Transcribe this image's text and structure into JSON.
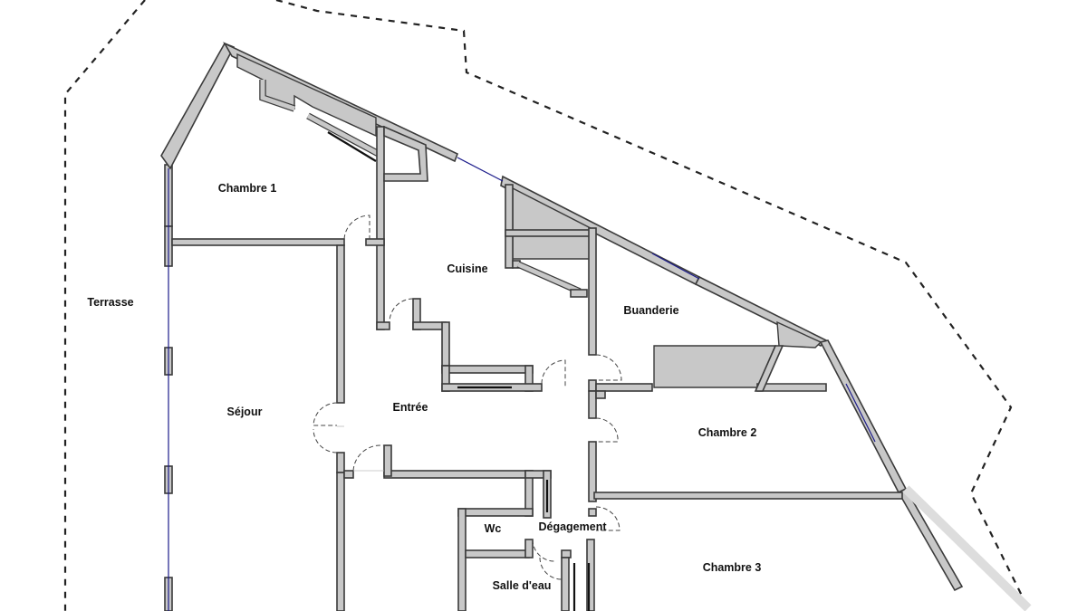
{
  "plan": {
    "rooms": {
      "terrasse": "Terrasse",
      "chambre1": "Chambre 1",
      "cuisine": "Cuisine",
      "buanderie": "Buanderie",
      "sejour": "Séjour",
      "entree": "Entrée",
      "chambre2": "Chambre 2",
      "wc": "Wc",
      "degagement": "Dégagement",
      "chambre3": "Chambre 3",
      "salle_eau": "Salle d'eau"
    },
    "colors": {
      "wall_fill": "#c8c8c8",
      "wall_stroke": "#3a3a3a",
      "window": "#1a1a8a",
      "terrace_outline": "#222222"
    }
  }
}
